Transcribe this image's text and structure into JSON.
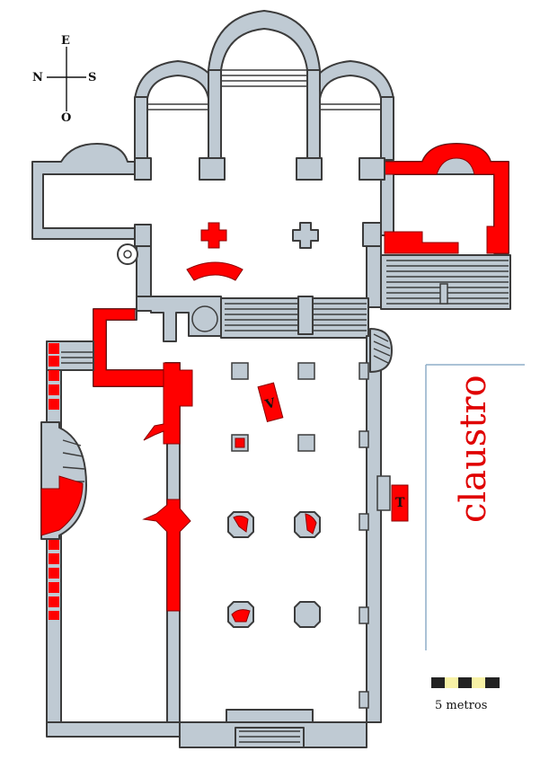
{
  "compass": {
    "east": "E",
    "north": "N",
    "south": "S",
    "west": "O"
  },
  "claustro_label": "claustro",
  "tomb_labels": {
    "v": "V",
    "t": "T"
  },
  "scale": {
    "label": "5 metros",
    "colors": [
      "#222222",
      "#f7f1a6",
      "#222222",
      "#f7f1a6",
      "#222222"
    ]
  },
  "colors": {
    "wall": "#bfcad3",
    "outline": "#3c3c3c",
    "highlight": "#ff0000",
    "cloister_line": "#8faec8"
  }
}
